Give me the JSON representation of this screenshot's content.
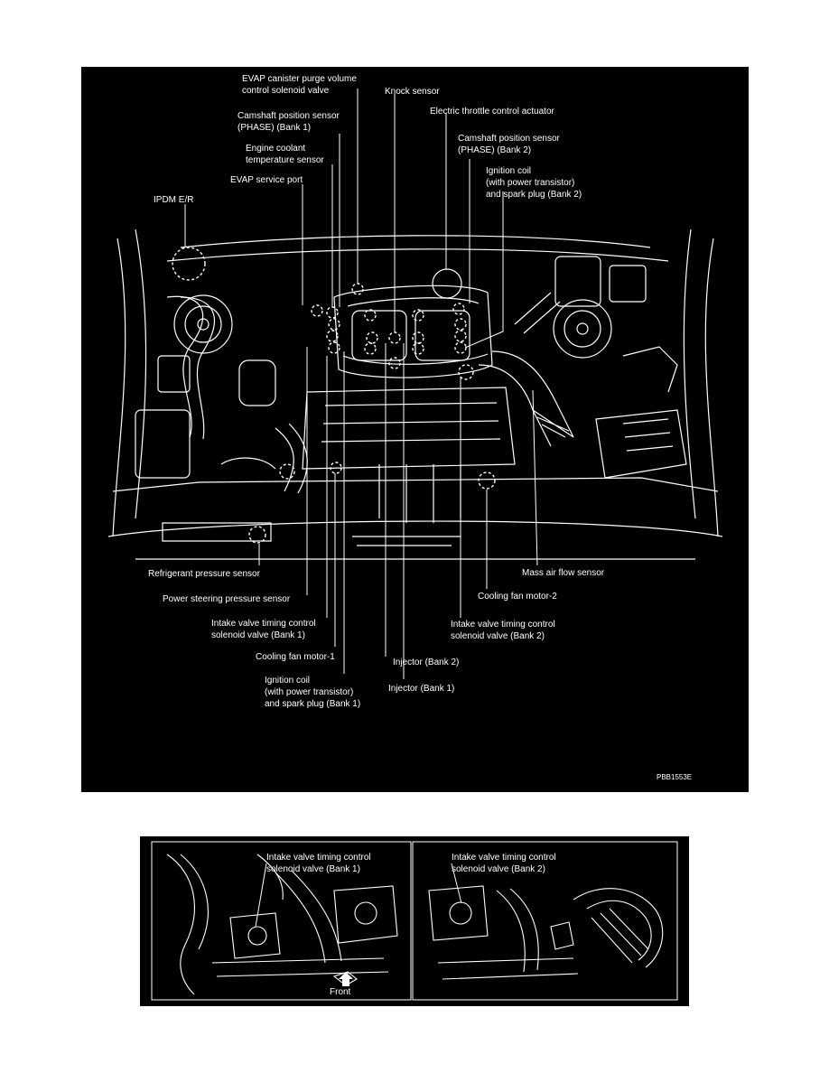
{
  "main": {
    "labels": {
      "evap_purge": [
        "EVAP canister purge volume",
        "control solenoid valve"
      ],
      "knock_sensor": "Knock sensor",
      "cam_bank1": [
        "Camshaft position sensor",
        "(PHASE) (Bank 1)"
      ],
      "electric_throttle": "Electric throttle control actuator",
      "cam_bank2": [
        "Camshaft position sensor",
        "(PHASE) (Bank 2)"
      ],
      "coolant_temp": [
        "Engine coolant",
        "temperature sensor"
      ],
      "ign_bank2": [
        "Ignition coil",
        "(with power transistor)",
        "and spark plug (Bank 2)"
      ],
      "evap_port": "EVAP service port",
      "ipdm": "IPDM E/R",
      "refrigerant": "Refrigerant pressure sensor",
      "mass_air_flow": "Mass air flow sensor",
      "power_steering": "Power steering pressure sensor",
      "cooling_fan_2": "Cooling fan motor-2",
      "ivt_bank1": [
        "Intake valve timing control",
        "solenoid valve (Bank 1)"
      ],
      "ivt_bank2": [
        "Intake valve timing control",
        "solenoid valve (Bank 2)"
      ],
      "cooling_fan_1": "Cooling fan motor-1",
      "injector_bank2": "Injector (Bank 2)",
      "ign_bank1": [
        "Ignition coil",
        "(with power transistor)",
        "and spark plug (Bank 1)"
      ],
      "injector_bank1": "Injector (Bank 1)"
    },
    "figure_code": "PBB1553E"
  },
  "inset": {
    "left_label": [
      "Intake valve timing control",
      "solenoid valve (Bank 1)"
    ],
    "right_label": [
      "Intake valve timing control",
      "solenoid valve (Bank 2)"
    ],
    "front": "Front"
  }
}
